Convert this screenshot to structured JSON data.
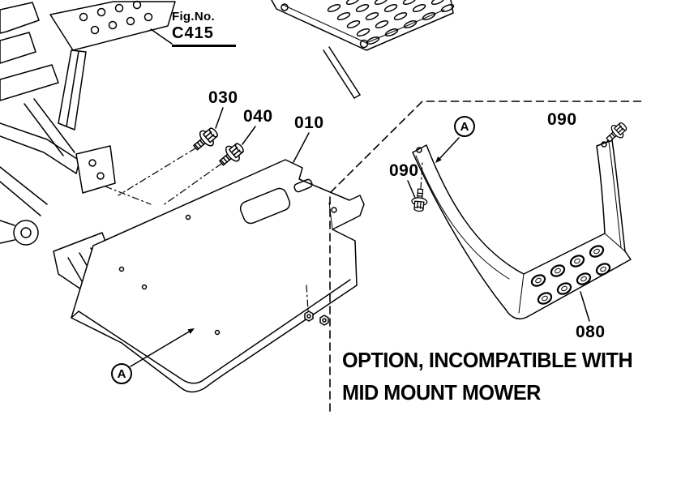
{
  "figure": {
    "label": "Fig.No.",
    "number": "C415"
  },
  "part_labels": {
    "p030": "030",
    "p040": "040",
    "p010": "010",
    "p090_left": "090",
    "p090_right": "090",
    "p080": "080"
  },
  "callouts": {
    "a_right": "A",
    "a_left": "A"
  },
  "option_note": {
    "line1": "OPTION, INCOMPATIBLE WITH",
    "line2": "MID MOUNT MOWER"
  },
  "colors": {
    "line": "#000000",
    "background": "#ffffff"
  }
}
